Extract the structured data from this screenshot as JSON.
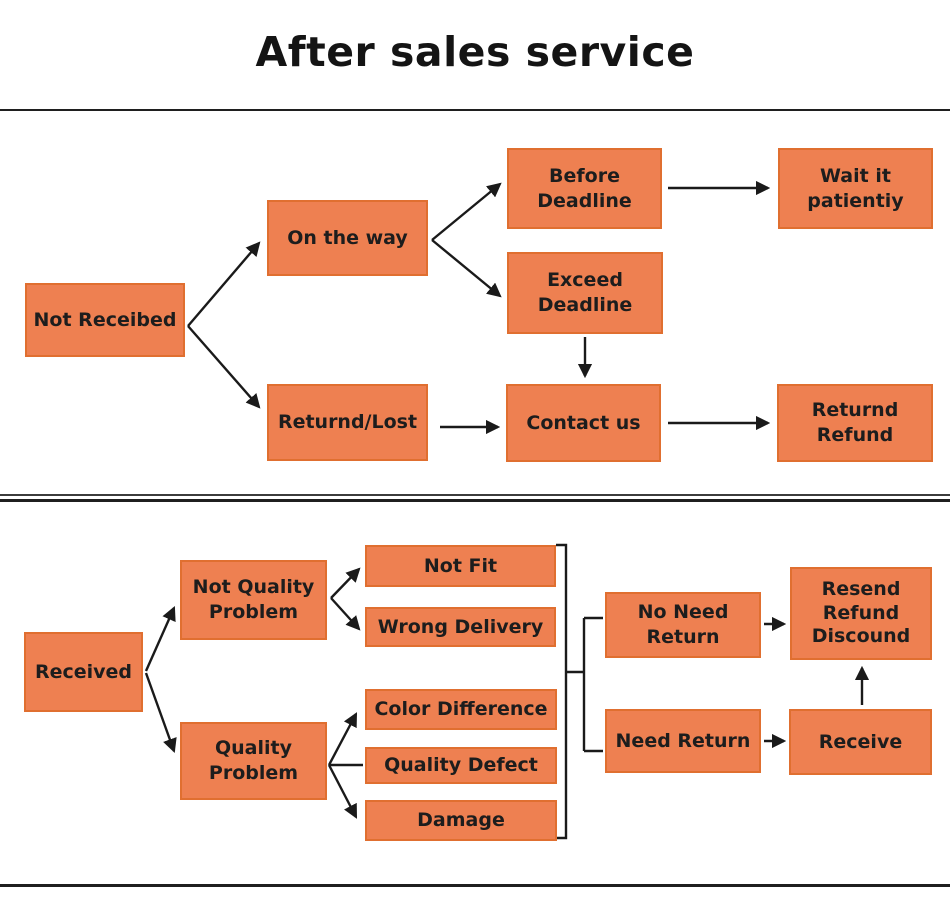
{
  "title": "After sales service",
  "colors": {
    "box_fill": "#EE8051",
    "box_border": "#E06F30",
    "text": "#1D1D1D",
    "line": "#1A1A1A",
    "background": "#FFFFFF"
  },
  "nodes": {
    "not_received": "Not Receibed",
    "on_the_way": "On the way",
    "returned_lost": "Returnd/Lost",
    "before_deadline": "Before\nDeadline",
    "exceed_deadline": "Exceed\nDeadline",
    "wait_patiently": "Wait it\npatientiy",
    "contact_us": "Contact us",
    "returned_refund": "Returnd\nRefund",
    "received": "Received",
    "not_quality_problem": "Not Quality\nProblem",
    "quality_problem": "Quality\nProblem",
    "not_fit": "Not Fit",
    "wrong_delivery": "Wrong Delivery",
    "color_difference": "Color Difference",
    "quality_defect": "Quality Defect",
    "damage": "Damage",
    "no_need_return": "No Need\nReturn",
    "need_return": "Need Return",
    "resend_refund_discound": "Resend\nRefund\nDiscound",
    "receive": "Receive"
  },
  "edges": [
    {
      "from": "not_received",
      "to": "on_the_way"
    },
    {
      "from": "not_received",
      "to": "returned_lost"
    },
    {
      "from": "on_the_way",
      "to": "before_deadline"
    },
    {
      "from": "on_the_way",
      "to": "exceed_deadline"
    },
    {
      "from": "before_deadline",
      "to": "wait_patiently"
    },
    {
      "from": "exceed_deadline",
      "to": "contact_us"
    },
    {
      "from": "returned_lost",
      "to": "contact_us"
    },
    {
      "from": "contact_us",
      "to": "returned_refund"
    },
    {
      "from": "received",
      "to": "not_quality_problem"
    },
    {
      "from": "received",
      "to": "quality_problem"
    },
    {
      "from": "not_quality_problem",
      "to": "not_fit"
    },
    {
      "from": "not_quality_problem",
      "to": "wrong_delivery"
    },
    {
      "from": "quality_problem",
      "to": "color_difference"
    },
    {
      "from": "quality_problem",
      "to": "quality_defect"
    },
    {
      "from": "quality_problem",
      "to": "damage"
    },
    {
      "from": "bracket-group",
      "to": "no_need_return"
    },
    {
      "from": "bracket-group",
      "to": "need_return"
    },
    {
      "from": "no_need_return",
      "to": "resend_refund_discound"
    },
    {
      "from": "need_return",
      "to": "receive"
    },
    {
      "from": "receive",
      "to": "resend_refund_discound"
    }
  ]
}
